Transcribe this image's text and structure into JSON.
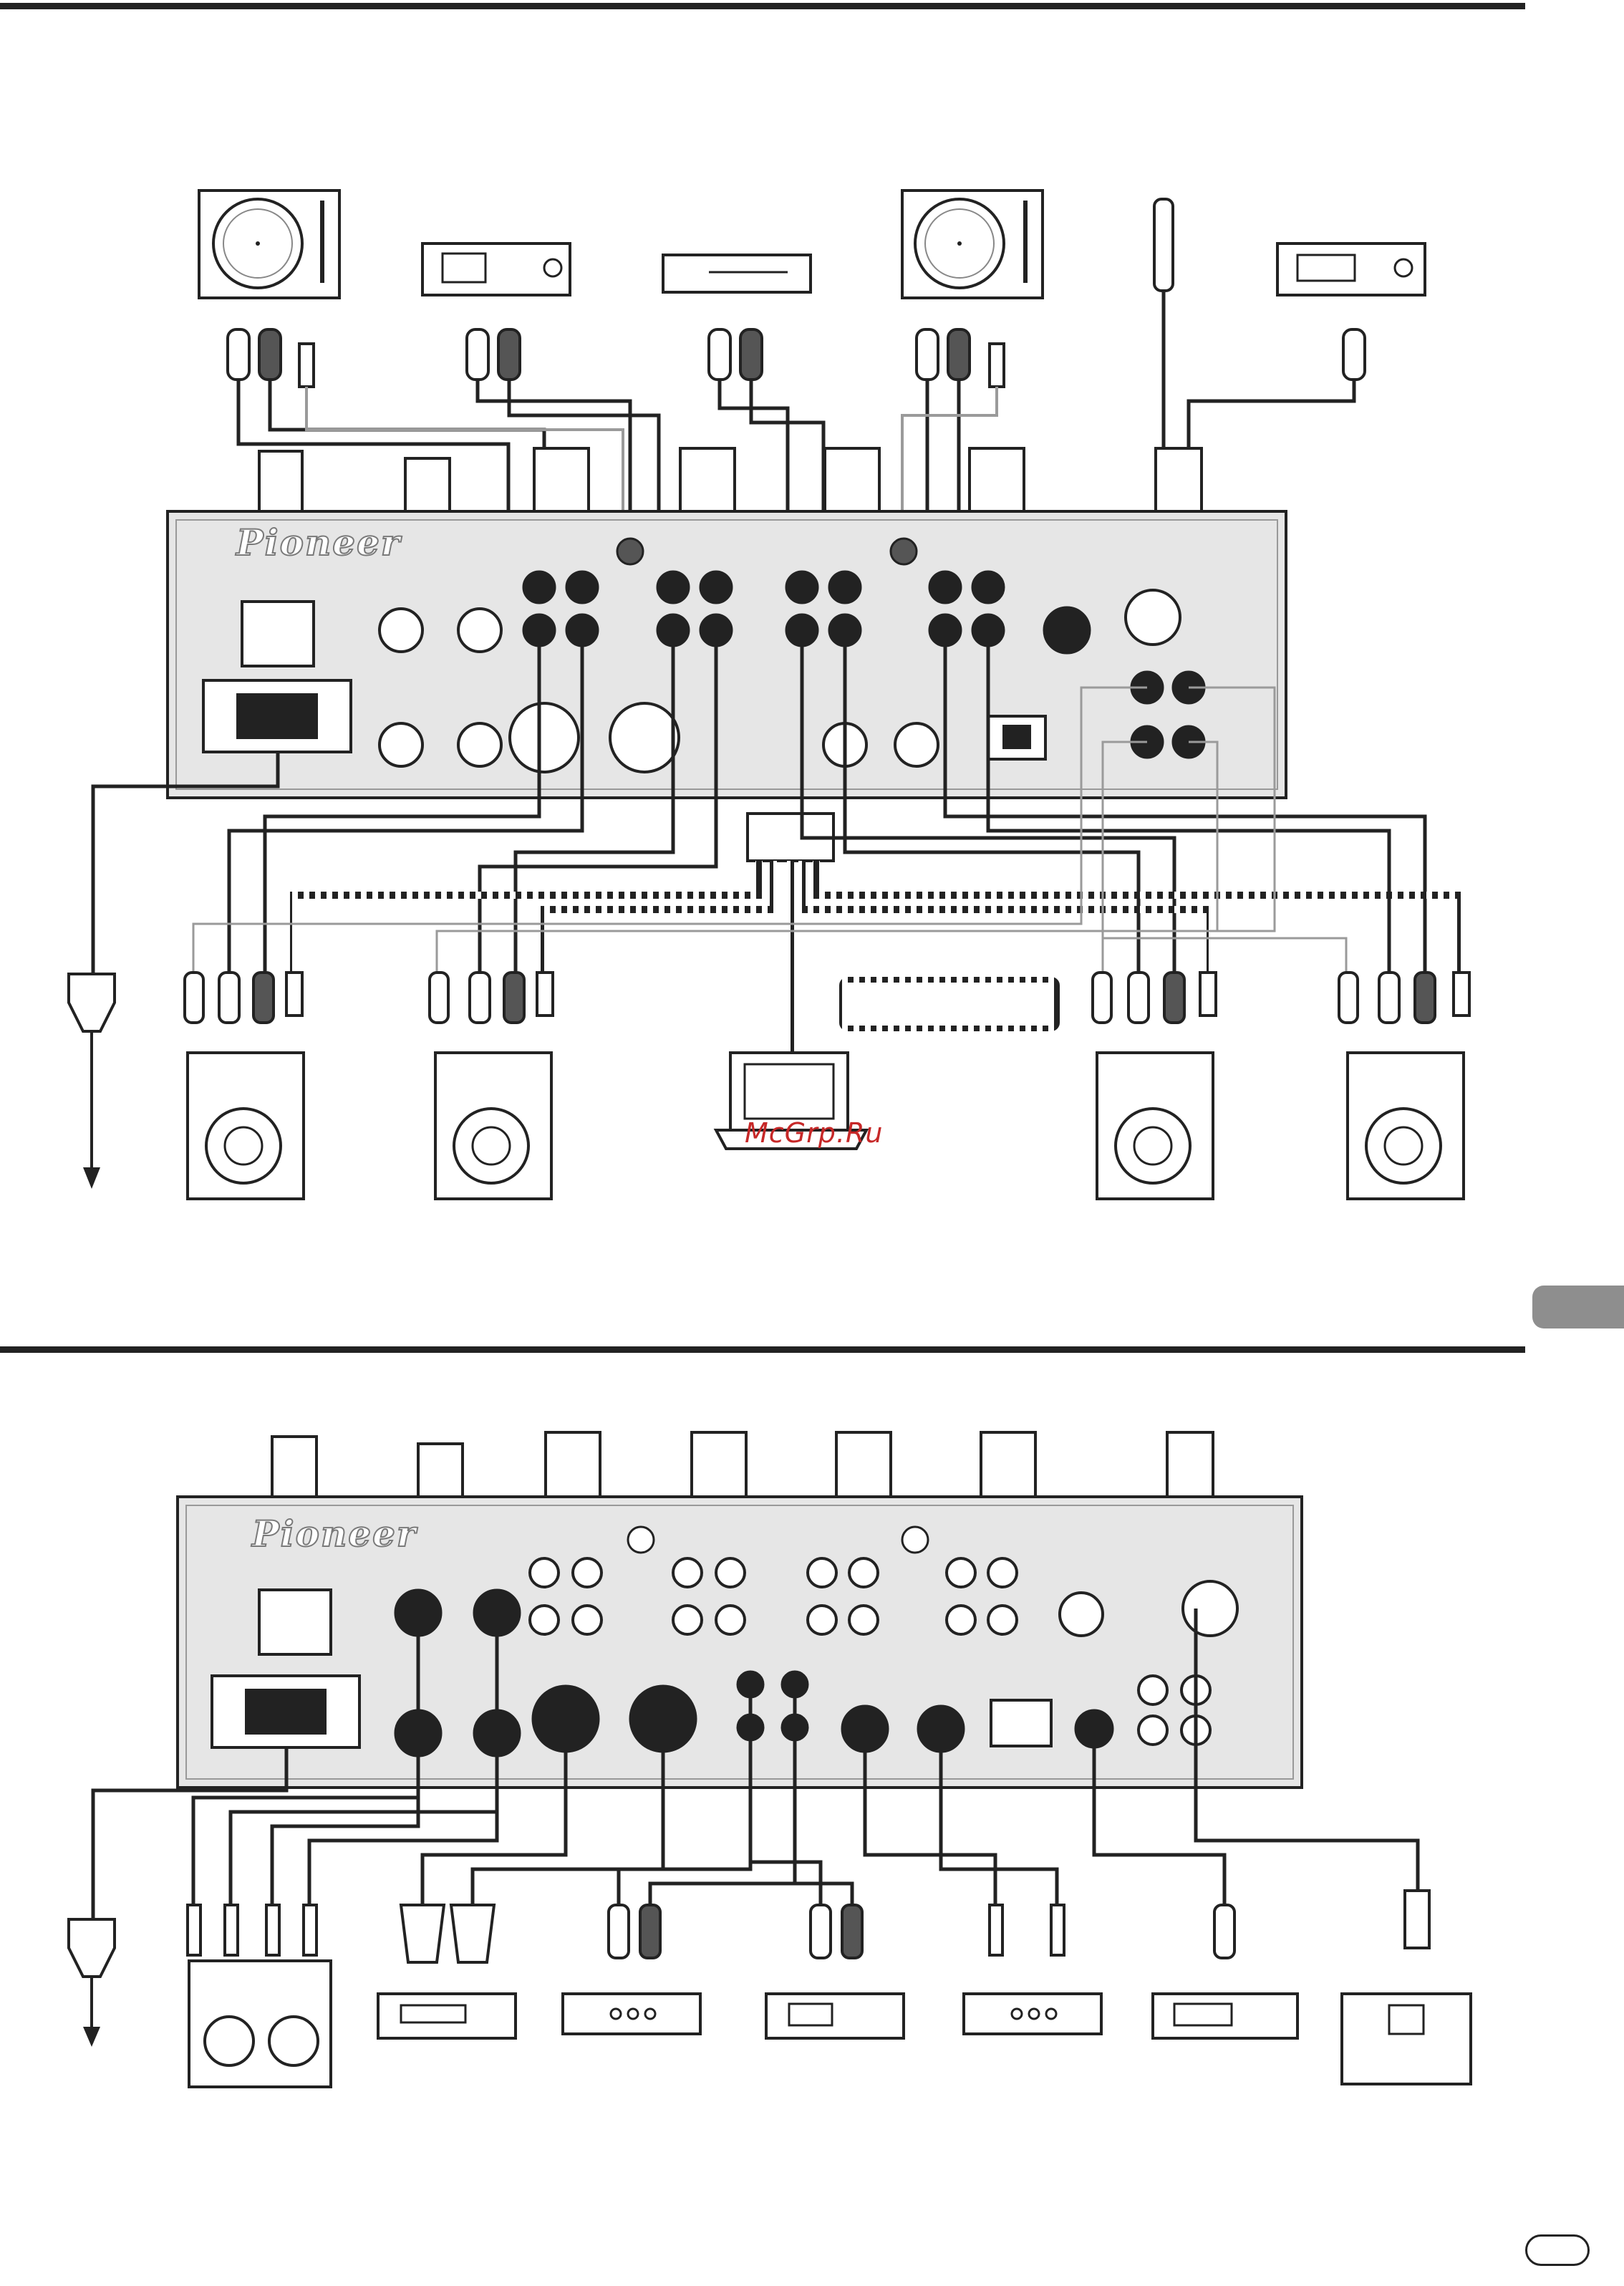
{
  "brand_top": "Pioneer",
  "brand_bottom": "Pioneer",
  "watermark": "McGrp.Ru",
  "colors": {
    "line": "#222222",
    "panel": "#e6e6e6",
    "grey_cable": "#9a9a9a",
    "watermark": "#c62828"
  }
}
